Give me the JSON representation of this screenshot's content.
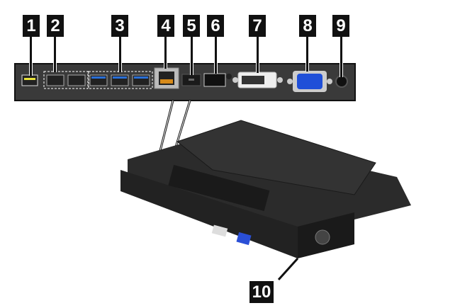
{
  "callouts": [
    "1",
    "2",
    "3",
    "4",
    "5",
    "6",
    "7",
    "8",
    "9",
    "10"
  ],
  "colors": {
    "panel": "#3a3a3a",
    "usb_yellow": "#e8e23a",
    "usb3_blue": "#2a6fd6",
    "vga_blue": "#1f4fd8",
    "callout_bg": "#111111"
  }
}
